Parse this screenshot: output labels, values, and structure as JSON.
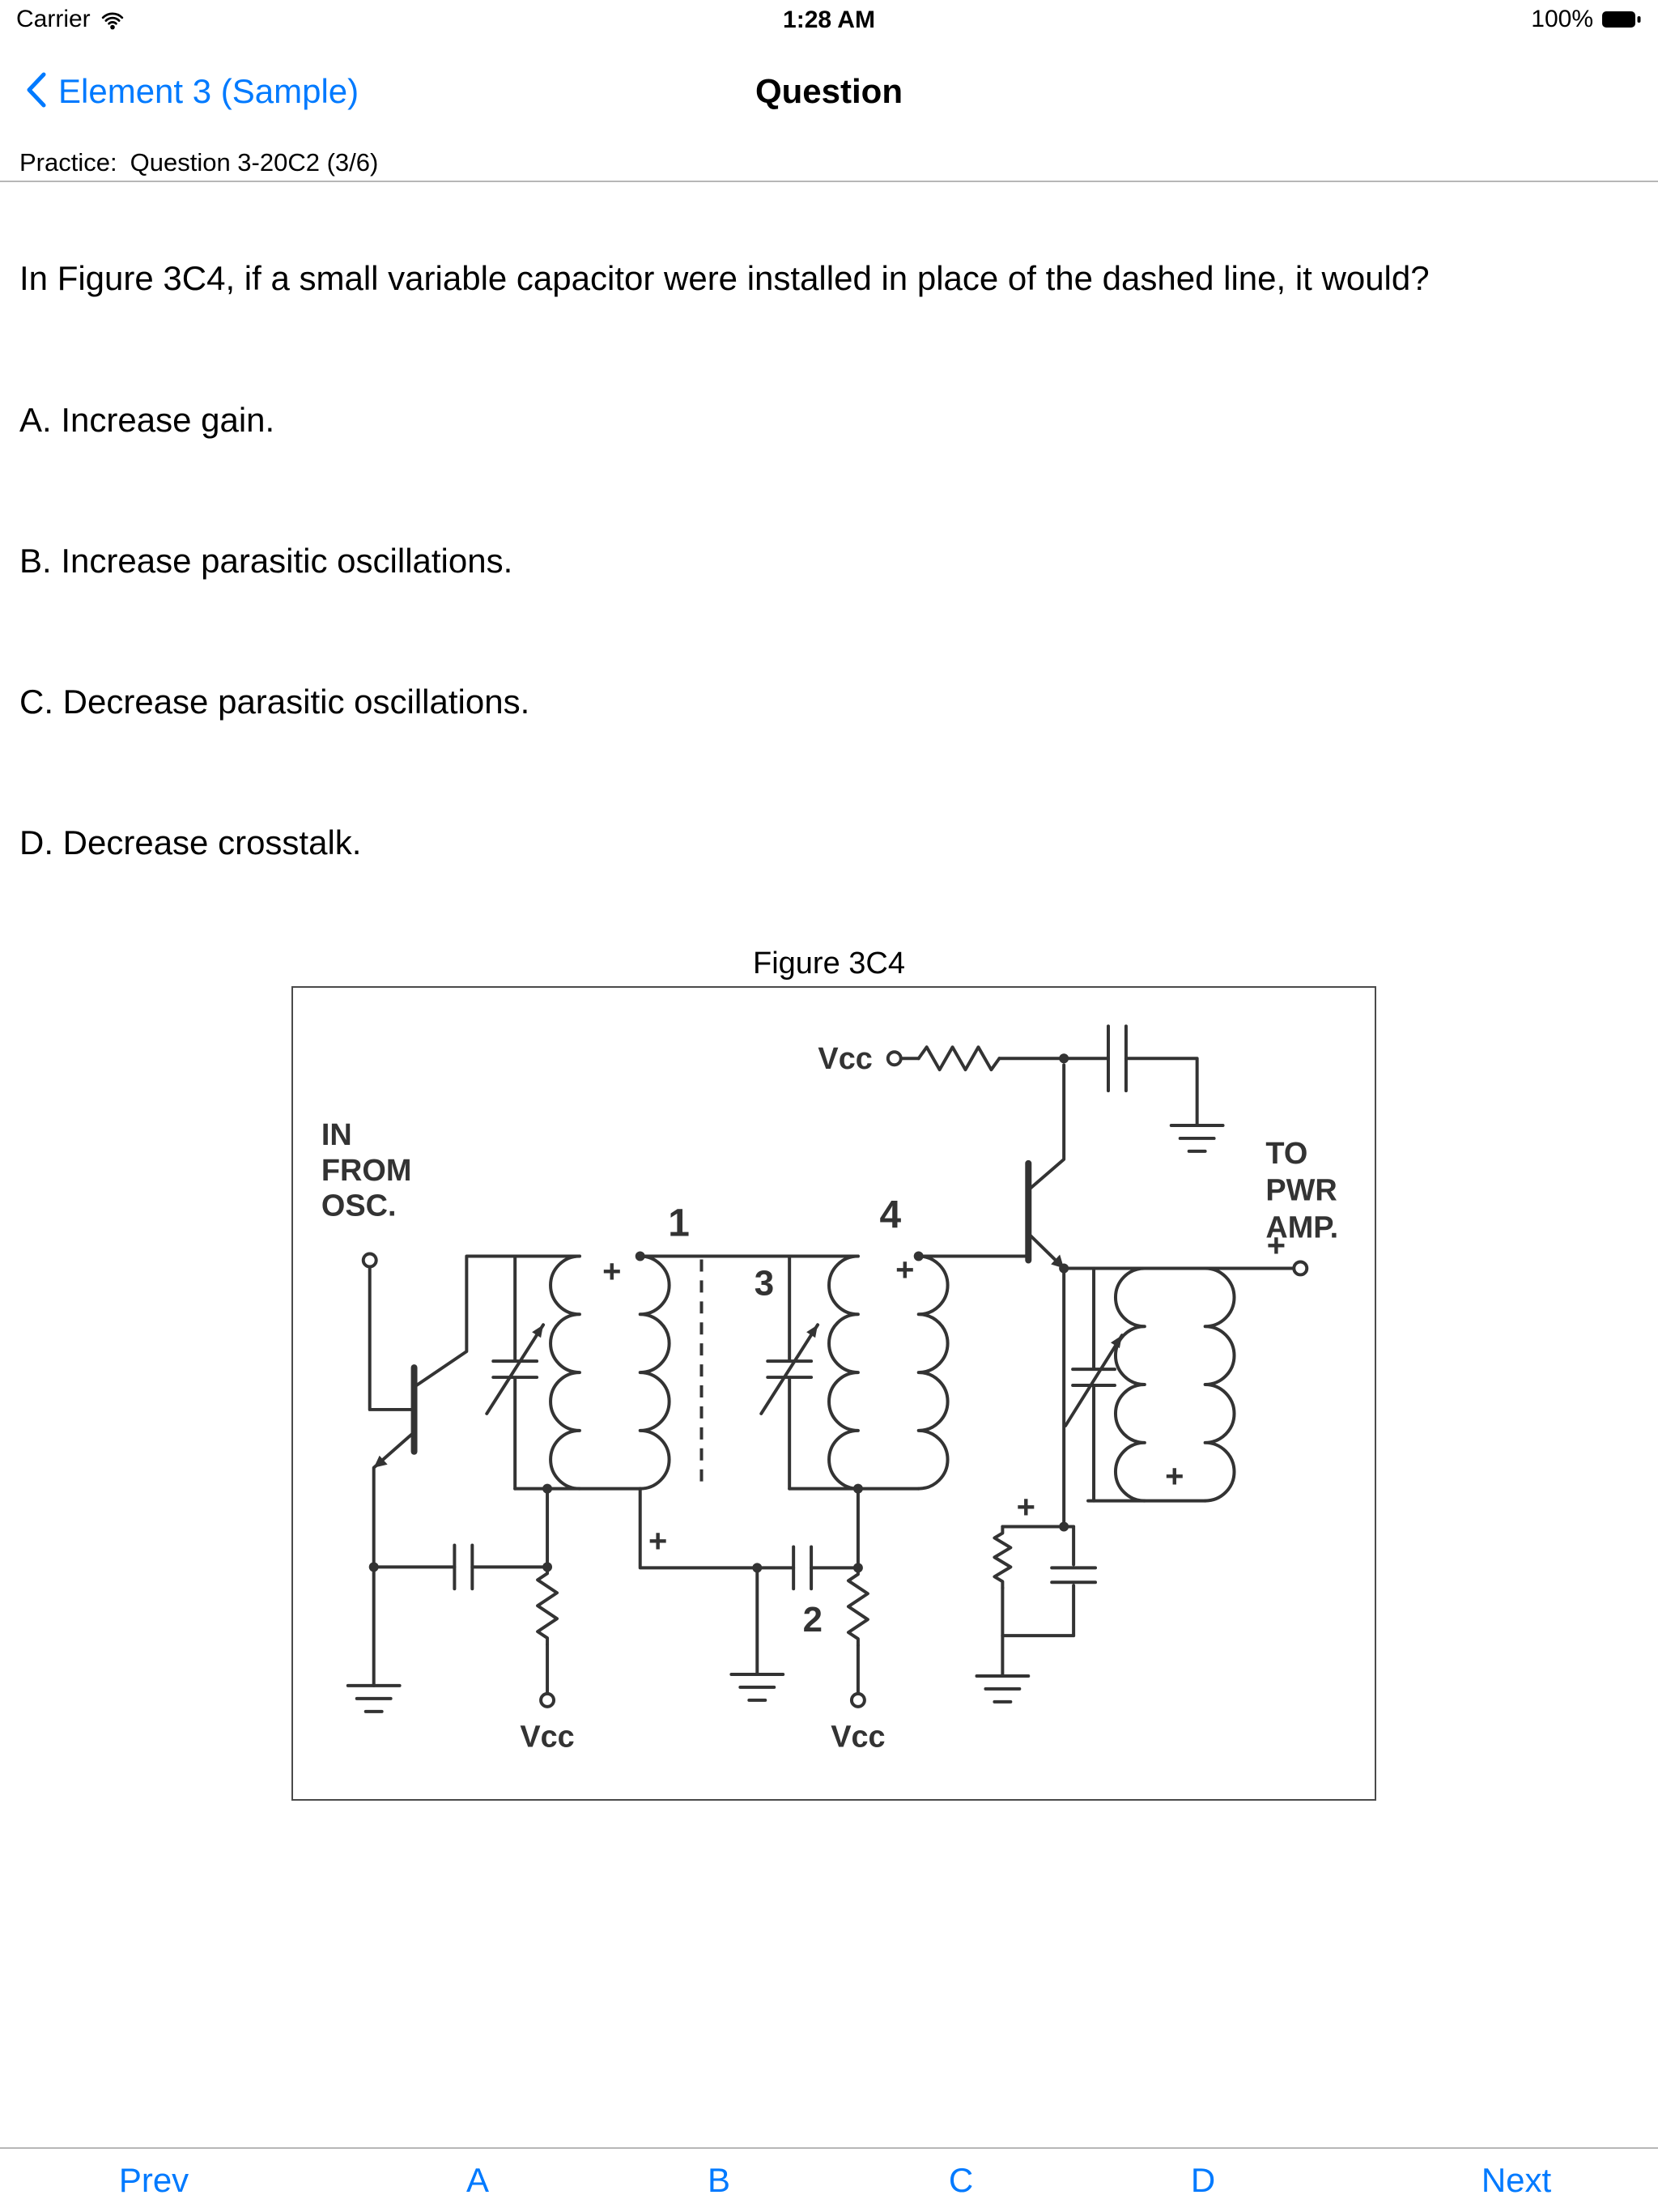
{
  "status_bar": {
    "carrier": "Carrier",
    "time": "1:28 AM",
    "battery_percent": "100%"
  },
  "nav_bar": {
    "back_label": "Element 3 (Sample)",
    "title": "Question"
  },
  "sub_header": {
    "label": "Practice:",
    "value": "Question 3-20C2 (3/6)"
  },
  "question": {
    "text": "In Figure 3C4, if a small variable capacitor were installed in place of the dashed line, it would?"
  },
  "answers": [
    {
      "text": "A. Increase gain."
    },
    {
      "text": "B. Increase parasitic oscillations."
    },
    {
      "text": "C. Decrease parasitic oscillations."
    },
    {
      "text": "D. Decrease crosstalk."
    }
  ],
  "figure": {
    "caption": "Figure 3C4",
    "labels": {
      "vcc_top": "Vcc",
      "in_line1": "IN",
      "in_line2": "FROM",
      "in_line3": "OSC.",
      "to_line1": "TO",
      "to_line2": "PWR",
      "to_line3": "AMP.",
      "num1": "1",
      "num2": "2",
      "num3": "3",
      "num4": "4",
      "plus": "+",
      "vcc_bottom_left": "Vcc",
      "vcc_bottom_mid": "Vcc"
    }
  },
  "toolbar": {
    "items": [
      {
        "label": "Prev"
      },
      {
        "label": "A"
      },
      {
        "label": "B"
      },
      {
        "label": "C"
      },
      {
        "label": "D"
      },
      {
        "label": "Next"
      }
    ]
  },
  "colors": {
    "link": "#007aff",
    "separator": "#b7b7b7",
    "schematic": "#333333"
  }
}
